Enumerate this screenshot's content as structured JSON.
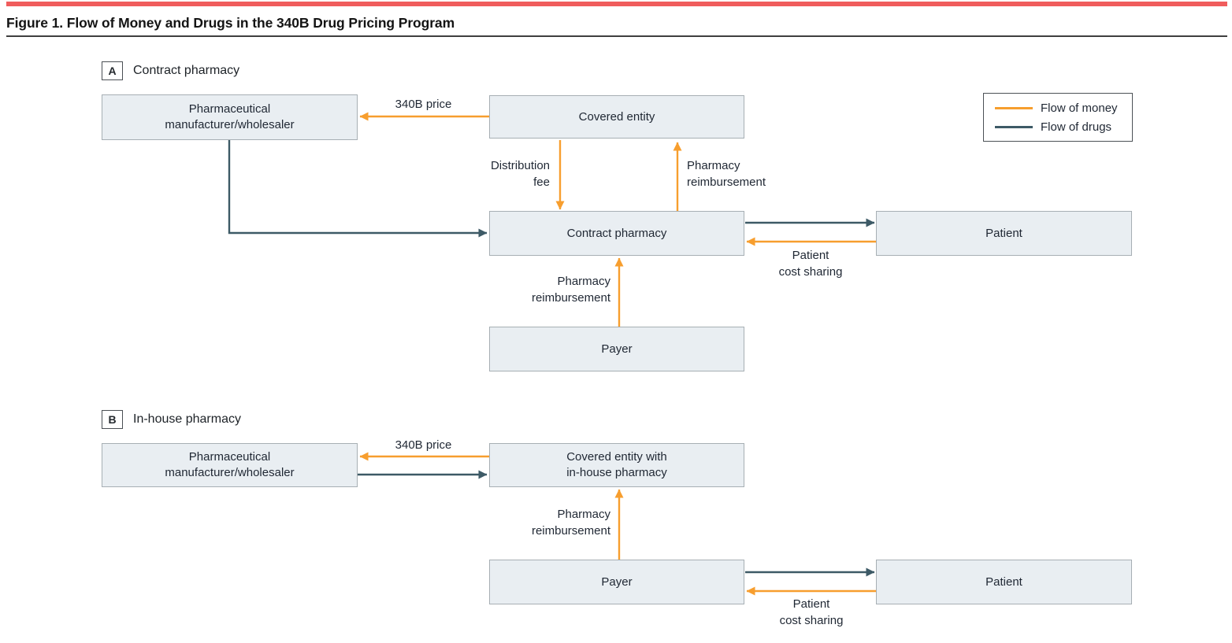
{
  "figure": {
    "title": "Figure 1. Flow of Money and Drugs in the 340B Drug Pricing Program"
  },
  "colors": {
    "money": "#f79e2e",
    "drugs": "#3d5a66",
    "accent_rule": "#f05c5c",
    "box_fill": "#e9eef2",
    "box_border": "#a7afb4",
    "text": "#1f2733"
  },
  "legend": {
    "items": [
      {
        "label": "Flow of money",
        "color": "#f79e2e",
        "swatch": "money-line"
      },
      {
        "label": "Flow of drugs",
        "color": "#3d5a66",
        "swatch": "drugs-line"
      }
    ]
  },
  "panel_a": {
    "badge": "A",
    "label": "Contract pharmacy",
    "nodes": {
      "manufacturer": {
        "lines": [
          "Pharmaceutical",
          "manufacturer/wholesaler"
        ]
      },
      "covered_entity": {
        "lines": [
          "Covered entity"
        ]
      },
      "contract_pharmacy": {
        "lines": [
          "Contract pharmacy"
        ]
      },
      "patient": {
        "lines": [
          "Patient"
        ]
      },
      "payer": {
        "lines": [
          "Payer"
        ]
      }
    },
    "edges": [
      {
        "from": "Covered entity",
        "to": "Pharmaceutical manufacturer/wholesaler",
        "type": "money",
        "label_lines": [
          "340B price"
        ]
      },
      {
        "from": "Covered entity",
        "to": "Contract pharmacy",
        "type": "money",
        "label_lines": [
          "Distribution",
          "fee"
        ]
      },
      {
        "from": "Contract pharmacy",
        "to": "Covered entity",
        "type": "money",
        "label_lines": [
          "Pharmacy",
          "reimbursement"
        ]
      },
      {
        "from": "Pharmaceutical manufacturer/wholesaler",
        "to": "Contract pharmacy",
        "type": "drugs",
        "label_lines": []
      },
      {
        "from": "Contract pharmacy",
        "to": "Patient",
        "type": "drugs",
        "label_lines": []
      },
      {
        "from": "Patient",
        "to": "Contract pharmacy",
        "type": "money",
        "label_lines": [
          "Patient",
          "cost sharing"
        ]
      },
      {
        "from": "Payer",
        "to": "Contract pharmacy",
        "type": "money",
        "label_lines": [
          "Pharmacy",
          "reimbursement"
        ]
      }
    ]
  },
  "panel_b": {
    "badge": "B",
    "label": "In-house pharmacy",
    "nodes": {
      "manufacturer": {
        "lines": [
          "Pharmaceutical",
          "manufacturer/wholesaler"
        ]
      },
      "covered_entity": {
        "lines": [
          "Covered entity with",
          "in-house pharmacy"
        ]
      },
      "payer": {
        "lines": [
          "Payer"
        ]
      },
      "patient": {
        "lines": [
          "Patient"
        ]
      }
    },
    "edges": [
      {
        "from": "Covered entity with in-house pharmacy",
        "to": "Pharmaceutical manufacturer/wholesaler",
        "type": "money",
        "label_lines": [
          "340B price"
        ]
      },
      {
        "from": "Pharmaceutical manufacturer/wholesaler",
        "to": "Covered entity with in-house pharmacy",
        "type": "drugs",
        "label_lines": []
      },
      {
        "from": "Payer",
        "to": "Covered entity with in-house pharmacy",
        "type": "money",
        "label_lines": [
          "Pharmacy",
          "reimbursement"
        ]
      },
      {
        "from": "Payer",
        "to": "Patient",
        "type": "drugs",
        "label_lines": []
      },
      {
        "from": "Patient",
        "to": "Payer",
        "type": "money",
        "label_lines": [
          "Patient",
          "cost sharing"
        ]
      }
    ]
  }
}
